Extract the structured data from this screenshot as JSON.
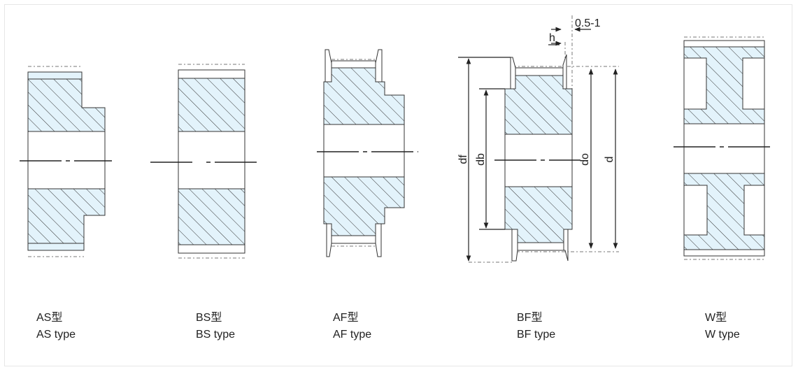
{
  "pulleys": [
    {
      "type_cn": "AS型",
      "type_en": "AS type"
    },
    {
      "type_cn": "BS型",
      "type_en": "BS type"
    },
    {
      "type_cn": "AF型",
      "type_en": "AF type"
    },
    {
      "type_cn": "BF型",
      "type_en": "BF type"
    },
    {
      "type_cn": "W型",
      "type_en": "W type"
    }
  ],
  "dimensions": {
    "df": "df",
    "db": "db",
    "do": "do",
    "d": "d",
    "h": "h",
    "clearance": "0.5-1"
  },
  "colors": {
    "section_fill": "#e3f3fb",
    "outline": "#333333"
  }
}
